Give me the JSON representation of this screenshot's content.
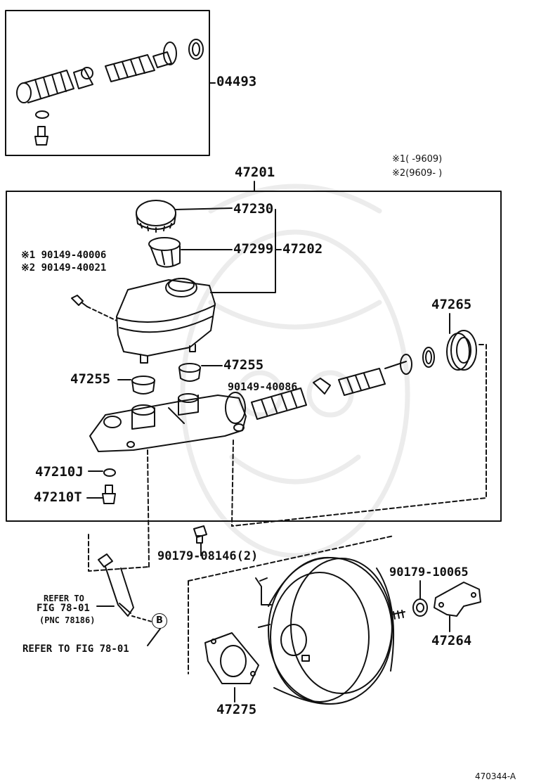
{
  "labels": {
    "kit": "04493",
    "assembly": "47201",
    "cap": "47230",
    "strainer": "47299",
    "reservoir": "47202",
    "screw_note1": "※1  90149-40006",
    "screw_note2": "※2  90149-40021",
    "grommet_left": "47255",
    "grommet_right": "47255",
    "pin": "90149-40086",
    "gasket": "47265",
    "plug_gasket": "47210J",
    "plug": "47210T",
    "nut_small": "90179-08146(2)",
    "nut_large": "90179-10065",
    "bracket": "47264",
    "booster_gasket": "47275",
    "refer_to": "REFER TO",
    "fig_ref": "FIG 78-01",
    "pnc": "(PNC 78186)",
    "refer_fig": "REFER TO FIG 78-01",
    "callout_b": "B"
  },
  "notes": {
    "note1": "※1(      -9609)",
    "note2": "※2(9609-      )"
  },
  "diagram_id": "470344-A"
}
